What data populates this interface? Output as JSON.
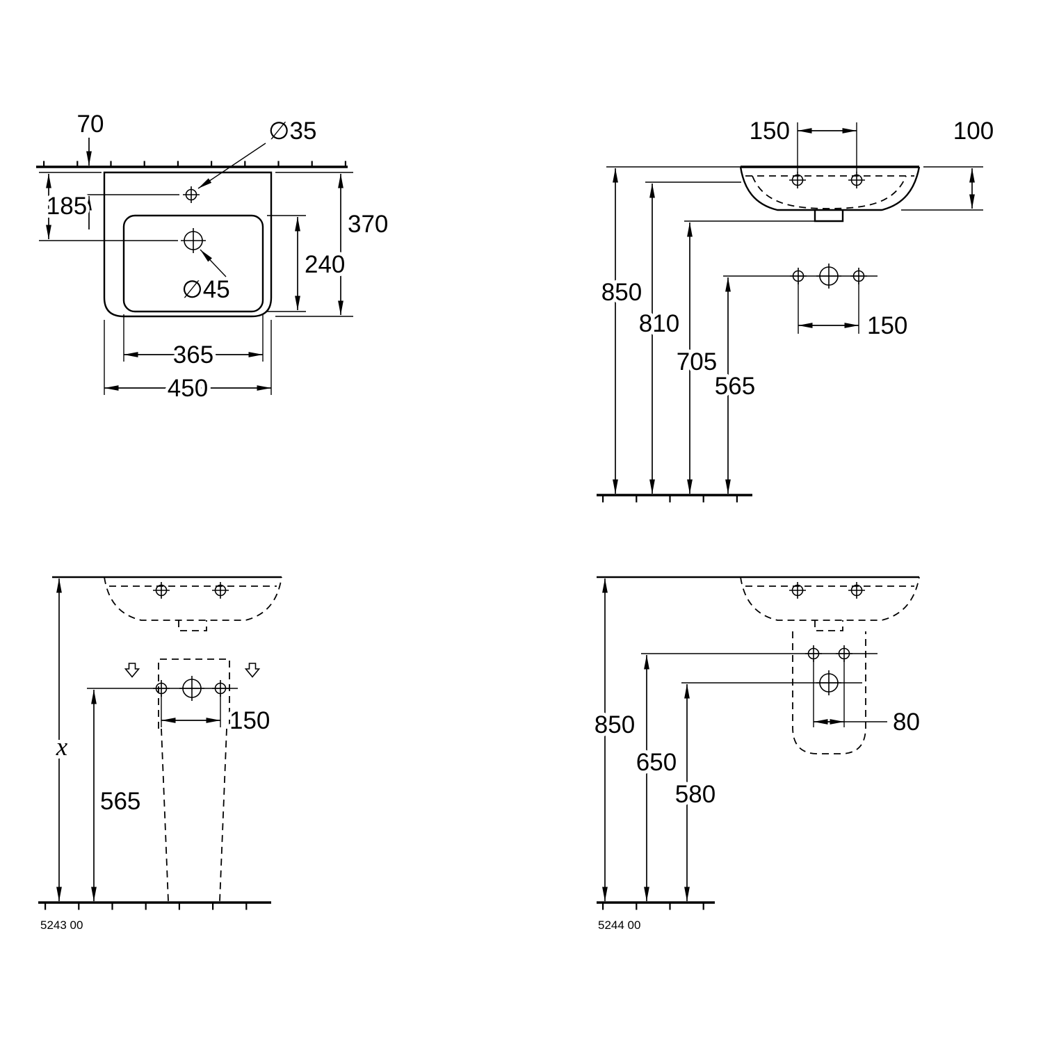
{
  "sheet": {
    "background": "#ffffff",
    "line_color": "#000000"
  },
  "plan_view": {
    "dim_70": "70",
    "dim_185": "185",
    "dia_tap": "∅35",
    "dia_waste": "∅45",
    "dim_370": "370",
    "dim_240": "240",
    "dim_365": "365",
    "dim_450": "450"
  },
  "elevation_view": {
    "dim_150_top": "150",
    "dim_100": "100",
    "dim_850": "850",
    "dim_810": "810",
    "dim_705": "705",
    "dim_565": "565",
    "dim_150_mid": "150"
  },
  "pedestal_view": {
    "product_code": "5243 00",
    "dim_x": "x",
    "dim_565": "565",
    "dim_150": "150"
  },
  "trap_view": {
    "product_code": "5244 00",
    "dim_850": "850",
    "dim_650": "650",
    "dim_580": "580",
    "dim_80": "80"
  }
}
